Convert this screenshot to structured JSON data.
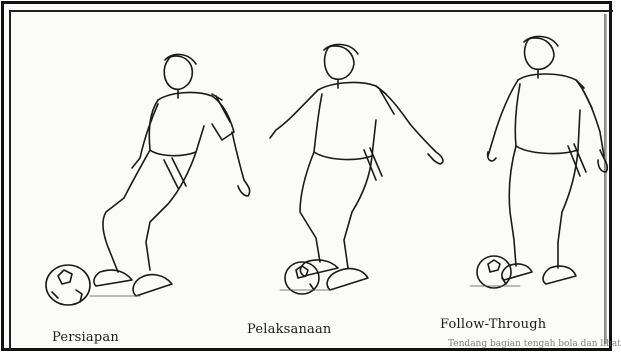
{
  "captions": {
    "stage_1": "Persiapan",
    "stage_2": "Pelaksanaan",
    "stage_3": "Follow-Through"
  },
  "footnote": "Tendang bagian tengah bola dan lihat ke",
  "colors": {
    "ink": "#1a1a1a",
    "paper": "#fbfbf9"
  }
}
